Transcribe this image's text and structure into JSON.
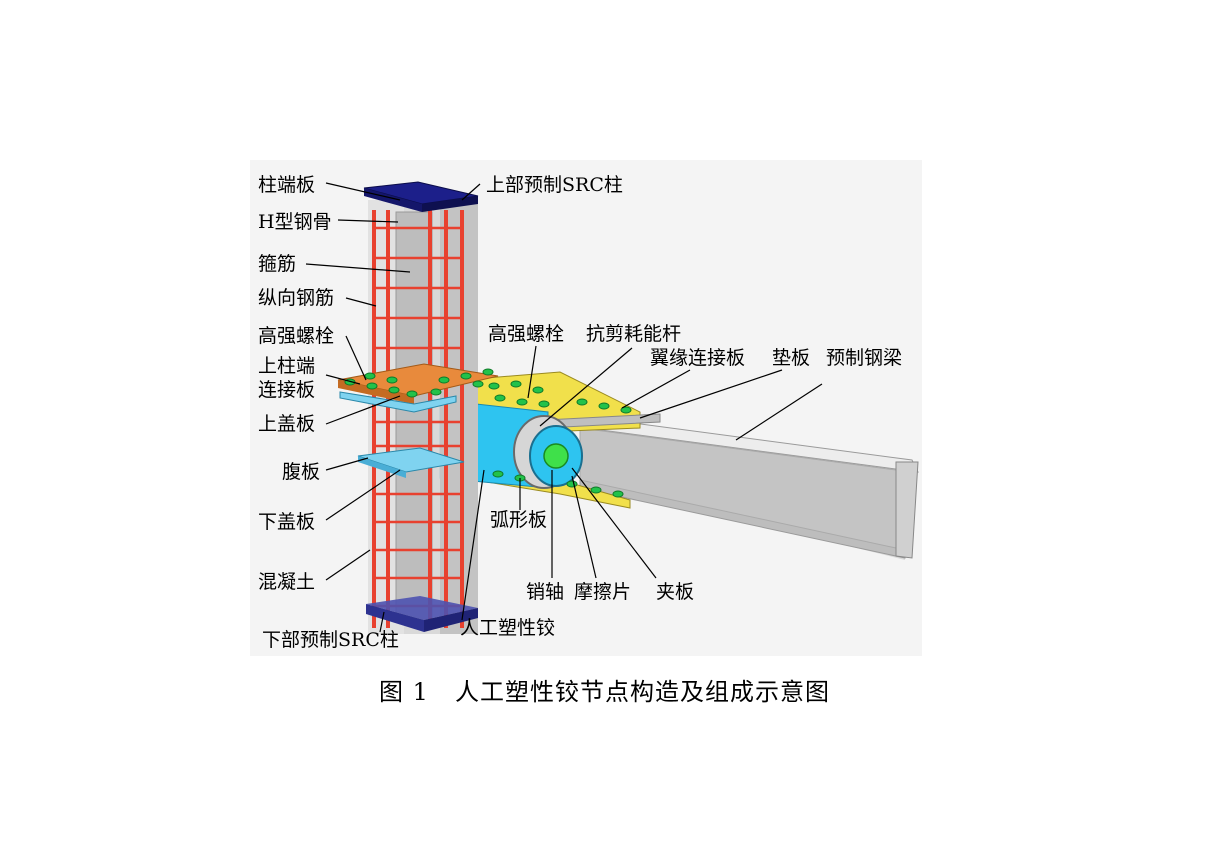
{
  "figure": {
    "caption_number": "图 1",
    "caption_text": "人工塑性铰节点构造及组成示意图"
  },
  "labels": {
    "column_end_plate": "柱端板",
    "upper_src_column": "上部预制SRC柱",
    "h_steel": "H型钢骨",
    "stirrup": "箍筋",
    "longitudinal_rebar": "纵向钢筋",
    "hs_bolt_left": "高强螺栓",
    "upper_col_conn_1": "上柱端",
    "upper_col_conn_2": "连接板",
    "upper_cover_plate": "上盖板",
    "web_plate": "腹板",
    "lower_cover_plate": "下盖板",
    "concrete": "混凝土",
    "lower_src_column": "下部预制SRC柱",
    "hs_bolt_right": "高强螺栓",
    "shear_rod": "抗剪耗能杆",
    "flange_plate": "翼缘连接板",
    "shim_plate": "垫板",
    "precast_beam": "预制钢梁",
    "arc_plate": "弧形板",
    "pin": "销轴",
    "friction_pad": "摩擦片",
    "clamp_plate": "夹板",
    "plastic_hinge": "人工塑性铰"
  },
  "colors": {
    "end_plate": "#1c1f8a",
    "rebar": "#e8412f",
    "concrete": "#cfcfcf",
    "connection_plate": "#e88a3c",
    "cover_plate": "#7fd3f0",
    "web_plate": "#2ec4f0",
    "flange_plate": "#f1e04b",
    "bolt": "#22c24a",
    "beam": "#c9c9c9"
  }
}
